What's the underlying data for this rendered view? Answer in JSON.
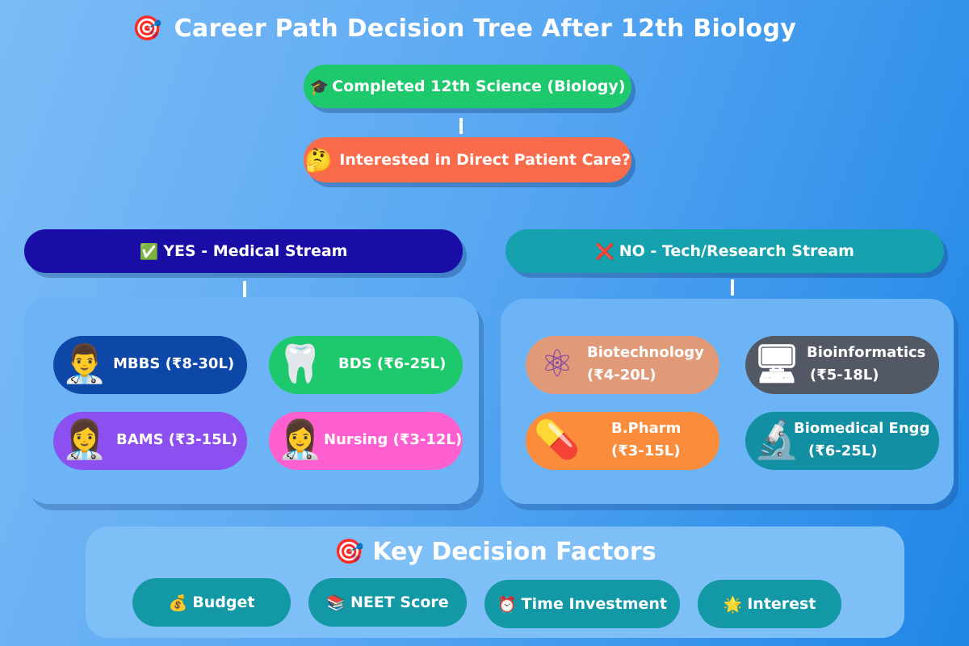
{
  "title": {
    "icon": "🎯",
    "text": "Career Path Decision Tree After 12th Biology"
  },
  "root": {
    "icon": "🎓",
    "text": "Completed 12th Science (Biology)"
  },
  "question": {
    "icon": "🤔",
    "text": "Interested in Direct Patient Care?"
  },
  "yes_stream": {
    "icon": "✅",
    "text": "YES - Medical Stream"
  },
  "no_stream": {
    "icon": "❌",
    "text": "NO - Tech/Research Stream"
  },
  "medical": [
    {
      "line1": "MBBS (₹8-30L)",
      "icon": "👨‍⚕️",
      "icon_name": "doctor-icon",
      "color": "#0d47a7"
    },
    {
      "line1": "BDS (₹6-25L)",
      "icon": "🦷",
      "icon_name": "tooth-icon",
      "color": "#1ec96e"
    },
    {
      "line1": "BAMS (₹3-15L)",
      "icon": "👩‍⚕️",
      "icon_name": "female-doctor-icon",
      "color": "#8c4ff0"
    },
    {
      "line1": "Nursing (₹3-12L)",
      "icon": "👩‍⚕️",
      "icon_name": "nurse-icon",
      "color": "#ff5fcf"
    }
  ],
  "tech": [
    {
      "line1": "Biotechnology",
      "line2": "(₹4-20L)",
      "icon": "⚛",
      "icon_name": "molecule-icon",
      "color": "#e09a78"
    },
    {
      "line1": "Bioinformatics",
      "line2": "(₹5-18L)",
      "icon": "🖥",
      "icon_name": "computer-icon",
      "color": "#525864"
    },
    {
      "line1": "B.Pharm",
      "line2": "(₹3-15L)",
      "icon": "💊",
      "icon_name": "pill-icon",
      "color": "#fb8c3c"
    },
    {
      "line1": "Biomedical Engg",
      "line2": "(₹6-25L)",
      "icon": "🔬",
      "icon_name": "microscope-icon",
      "color": "#128fa2"
    }
  ],
  "factors": {
    "icon": "🎯",
    "title": "Key Decision Factors",
    "items": [
      {
        "icon": "💰",
        "label": "Budget"
      },
      {
        "icon": "📚",
        "label": "NEET Score"
      },
      {
        "icon": "⏰",
        "label": "Time Investment"
      },
      {
        "icon": "🌟",
        "label": "Interest"
      }
    ]
  }
}
